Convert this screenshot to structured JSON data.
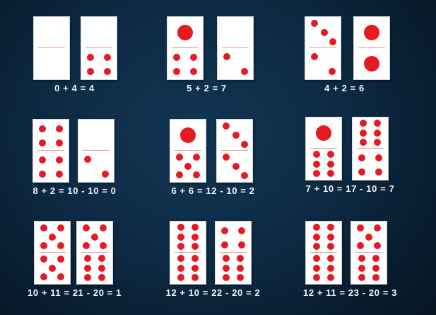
{
  "background": {
    "color_center": "#123553",
    "color_edge": "#06141f"
  },
  "pip_color": "#e51a22",
  "examples": [
    {
      "equation": "0 + 4 = 4",
      "left_domino": [
        0,
        0
      ],
      "right_domino": [
        0,
        4
      ]
    },
    {
      "equation": "5 + 2 = 7",
      "left_domino": [
        1,
        4
      ],
      "right_domino": [
        0,
        2
      ]
    },
    {
      "equation": "4 + 2 = 6",
      "left_domino": [
        3,
        2
      ],
      "right_domino": [
        1,
        1
      ]
    },
    {
      "equation": "8 + 2 = 10 - 10 = 0",
      "left_domino": [
        4,
        4
      ],
      "right_domino": [
        0,
        2
      ]
    },
    {
      "equation": "6 + 6 = 12 - 10 = 2",
      "left_domino": [
        1,
        5
      ],
      "right_domino": [
        3,
        3
      ]
    },
    {
      "equation": "7 + 10 = 17 - 10 = 7",
      "left_domino": [
        1,
        6
      ],
      "right_domino": [
        6,
        4
      ]
    },
    {
      "equation": "10 + 11 = 21 - 20 = 1",
      "left_domino": [
        5,
        5
      ],
      "right_domino": [
        5,
        6
      ]
    },
    {
      "equation": "12 + 10 = 22 - 20 = 2",
      "left_domino": [
        6,
        6
      ],
      "right_domino": [
        4,
        6
      ]
    },
    {
      "equation": "12 + 11 = 23 - 20 = 3",
      "left_domino": [
        6,
        6
      ],
      "right_domino": [
        5,
        6
      ]
    }
  ]
}
